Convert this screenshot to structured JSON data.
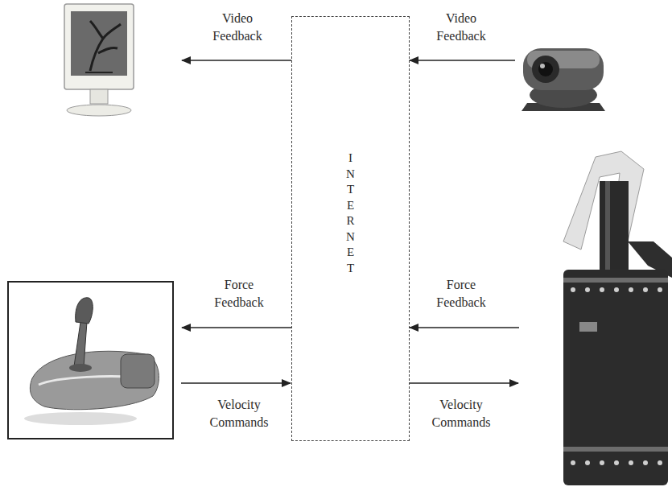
{
  "diagram": {
    "nodes": [
      {
        "text": [
          "INTERNET"
        ]
      }
    ],
    "labels": [
      "Video Feedback",
      "Video Feedback",
      "Force Feedback",
      "Force Feedback",
      "Velocity Commands",
      "Velocity Commands"
    ]
  }
}
